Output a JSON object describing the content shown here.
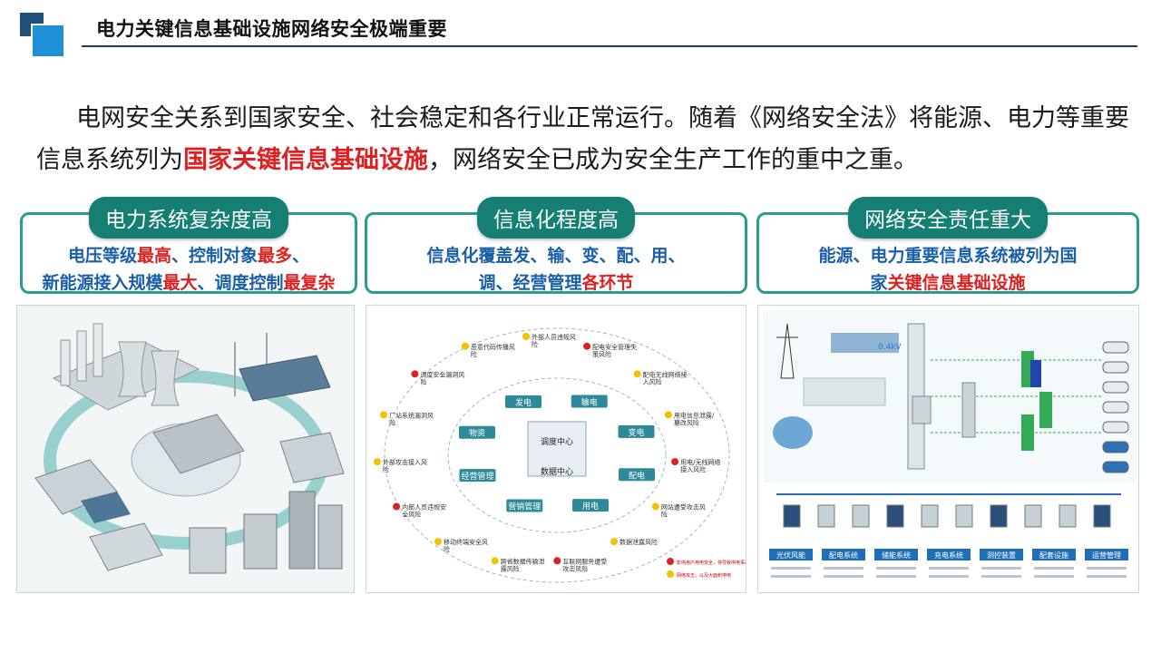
{
  "header": {
    "title": "电力关键信息基础设施网络安全极端重要"
  },
  "intro": {
    "part1": "电网安全关系到国家安全、社会稳定和各行业正常运行。随着《网络安全法》将能源、电力等重要信息系统列为",
    "highlight": "国家关键信息基础设施",
    "part2": "，网络安全已成为安全生产工作的重中之重。"
  },
  "cards": [
    {
      "title": "电力系统复杂度高",
      "line1": [
        {
          "t": "电压等级",
          "red": false
        },
        {
          "t": "最高",
          "red": true
        },
        {
          "t": "、控制对象",
          "red": false
        },
        {
          "t": "最多",
          "red": true
        },
        {
          "t": "、",
          "red": false
        }
      ],
      "line2": [
        {
          "t": "新能源接入规模",
          "red": false
        },
        {
          "t": "最大",
          "red": true
        },
        {
          "t": "、调度控制",
          "red": false
        },
        {
          "t": "最复杂",
          "red": true
        }
      ]
    },
    {
      "title": "信息化程度高",
      "line1": [
        {
          "t": "信息化覆盖发、输、变、配、用、",
          "red": false
        }
      ],
      "line2": [
        {
          "t": "调、经营管理",
          "red": false
        },
        {
          "t": "各环节",
          "red": true
        }
      ]
    },
    {
      "title": "网络安全责任重大",
      "line1": [
        {
          "t": "能源、电力重要信息系统被列为国",
          "red": false
        }
      ],
      "line2": [
        {
          "t": "家",
          "red": false
        },
        {
          "t": "关键信息基础设施",
          "red": true
        }
      ]
    }
  ],
  "diagram2": {
    "center_top": "调度中心",
    "center_bottom": "数据中心",
    "sectors": [
      "发电",
      "输电",
      "变电",
      "配电",
      "用电",
      "营销管理",
      "经营管理",
      "物资"
    ],
    "risks": [
      "外部人员违规风险",
      "配电安全管理失策风险",
      "配电无线网络接入风险",
      "用电信息泄露/篡改风险",
      "用电/无线网络接入风险",
      "网站遭受攻击风险",
      "数据泄露风险",
      "互联网服务遭受攻击风险",
      "跨省数据传输泄露风险",
      "移动终端安全风险",
      "内部人员违规安全风险",
      "外部攻击接入风险",
      "厂站系统漏洞风险",
      "调度安全漏洞风险",
      "恶意代码传播风险"
    ],
    "legend": [
      "影响用户用电安全，将导致停电事故",
      "网络攻击，以及大面积停电"
    ]
  },
  "diagram3": {
    "voltage": "0.4kV",
    "categories": [
      "光伏风能",
      "配电系统",
      "储能系统",
      "充电系统",
      "测控装置",
      "配套设施",
      "运营管理"
    ]
  }
}
